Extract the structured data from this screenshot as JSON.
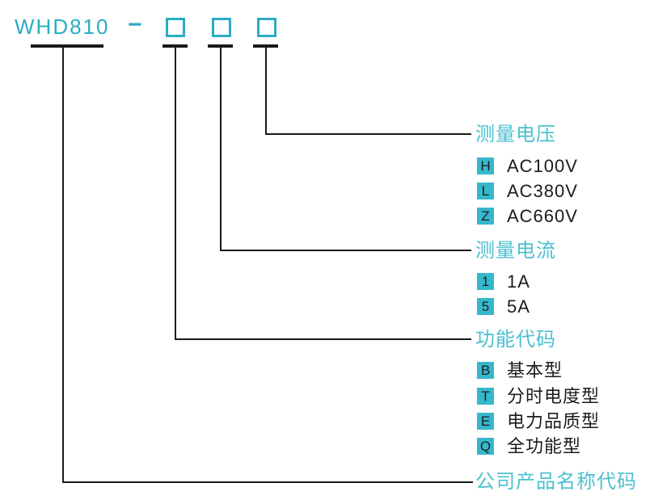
{
  "title": {
    "model": "WHD810",
    "separator": "−"
  },
  "colors": {
    "accent": "#2BACC4",
    "heading": "#4BC0CF",
    "badge_bg": "#35B8CC",
    "line": "#1A1A1A",
    "text": "#1C1C1C",
    "background": "#FFFFFF"
  },
  "sections": [
    {
      "label": "测量电压",
      "options": [
        {
          "code": "H",
          "value": "AC100V"
        },
        {
          "code": "L",
          "value": "AC380V"
        },
        {
          "code": "Z",
          "value": "AC660V"
        }
      ]
    },
    {
      "label": "测量电流",
      "options": [
        {
          "code": "1",
          "value": "1A"
        },
        {
          "code": "5",
          "value": "5A"
        }
      ]
    },
    {
      "label": "功能代码",
      "options": [
        {
          "code": "B",
          "value": "基本型"
        },
        {
          "code": "T",
          "value": "分时电度型"
        },
        {
          "code": "E",
          "value": "电力品质型"
        },
        {
          "code": "Q",
          "value": "全功能型"
        }
      ]
    },
    {
      "label": "公司产品名称代码",
      "options": []
    }
  ]
}
